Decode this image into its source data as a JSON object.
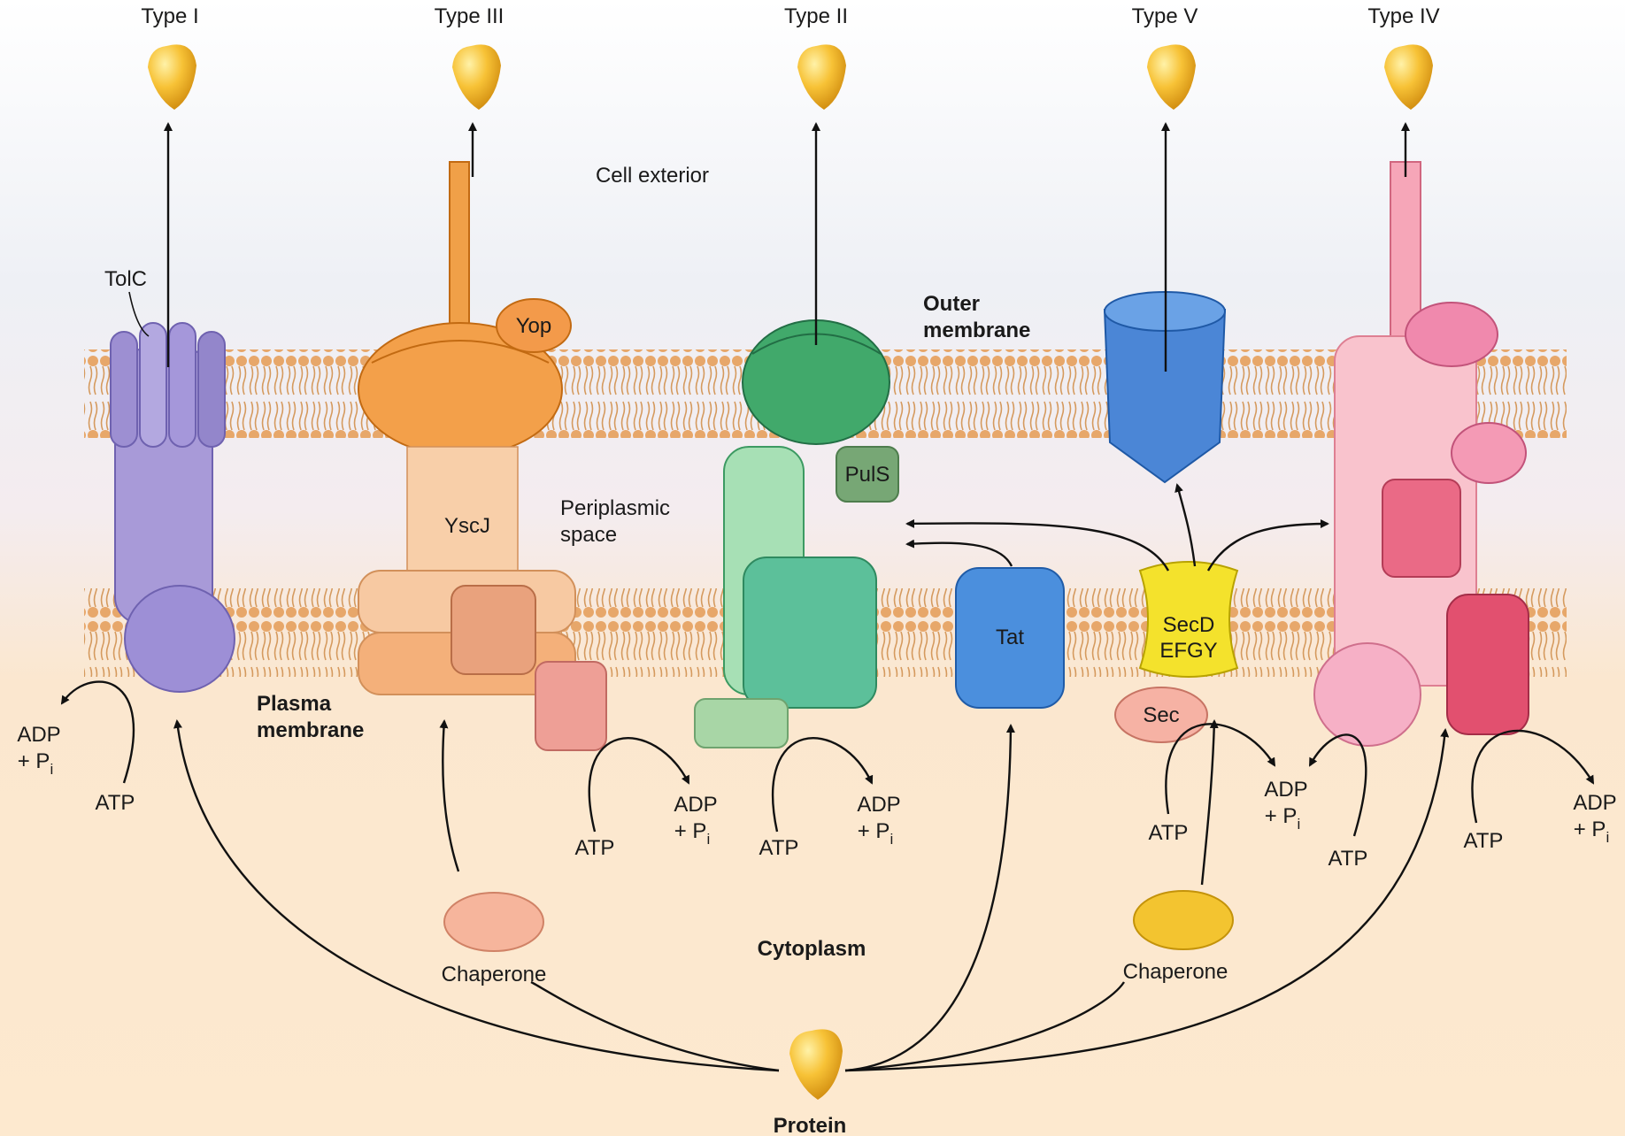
{
  "types": {
    "t1": "Type I",
    "t3": "Type III",
    "t2": "Type II",
    "t5": "Type V",
    "t4": "Type IV"
  },
  "regions": {
    "exterior": "Cell exterior",
    "outer_membrane_1": "Outer",
    "outer_membrane_2": "membrane",
    "periplasm_1": "Periplasmic",
    "periplasm_2": "space",
    "plasma_1": "Plasma",
    "plasma_2": "membrane",
    "cytoplasm": "Cytoplasm"
  },
  "proteins": {
    "tolc": "TolC",
    "yop": "Yop",
    "yscj": "YscJ",
    "puls": "PulS",
    "tat": "Tat",
    "secd_1": "SecD",
    "secd_2": "EFGY",
    "sec": "Sec",
    "chaperone": "Chaperone",
    "protein": "Protein"
  },
  "energy": {
    "atp": "ATP",
    "adp": "ADP",
    "plus_p": "+ P",
    "i": "i"
  },
  "colors": {
    "type1": "#8f86cc",
    "type3": "#f39a3c",
    "type2": "#3dab73",
    "type5": "#3f7fcf",
    "type4": "#f07f9e",
    "tat": "#3f86d6",
    "secdefgy": "#f3e22e",
    "cargo": "#f2b31f"
  },
  "icons": {
    "cargo": "protein-droplet-icon"
  }
}
